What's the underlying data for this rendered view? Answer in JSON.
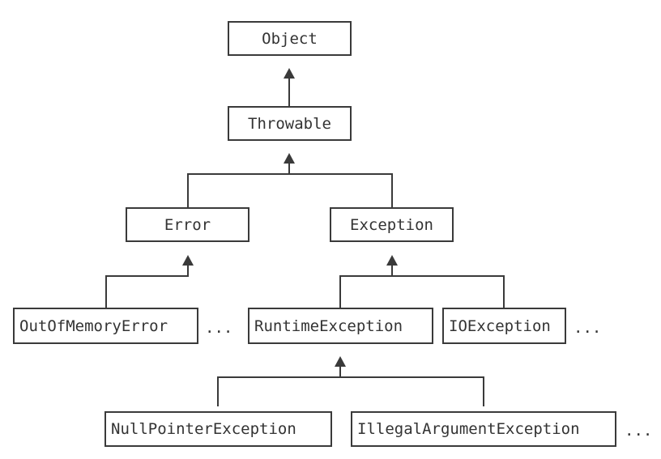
{
  "diagram": {
    "nodes": {
      "object": "Object",
      "throwable": "Throwable",
      "error": "Error",
      "exception": "Exception",
      "out_of_memory_error": "OutOfMemoryError",
      "runtime_exception": "RuntimeException",
      "io_exception": "IOException",
      "null_pointer_exception": "NullPointerException",
      "illegal_argument_exception": "IllegalArgumentException"
    },
    "more_marker": "...",
    "edges": [
      {
        "from": "throwable",
        "to": "object"
      },
      {
        "from": "error",
        "to": "throwable"
      },
      {
        "from": "exception",
        "to": "throwable"
      },
      {
        "from": "out_of_memory_error",
        "to": "error"
      },
      {
        "from": "runtime_exception",
        "to": "exception"
      },
      {
        "from": "io_exception",
        "to": "exception"
      },
      {
        "from": "null_pointer_exception",
        "to": "runtime_exception"
      },
      {
        "from": "illegal_argument_exception",
        "to": "runtime_exception"
      }
    ],
    "colors": {
      "line": "#3a3a3a",
      "text": "#333333",
      "background": "#ffffff"
    }
  }
}
